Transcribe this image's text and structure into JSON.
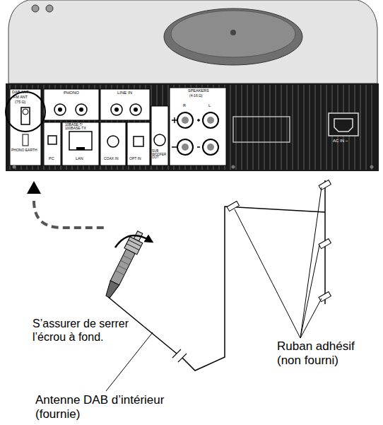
{
  "diagram": {
    "labels": [
      "DAB ANT",
      "FM ANT",
      "(75 Ω)",
      "PHONO EARTH",
      "PHONO",
      "LINE IN",
      "10BASE-T/ 100BASE-TX",
      "PC",
      "LAN",
      "COAX IN",
      "OPT IN",
      "SUB WOOFER OUT",
      "SPEAKERS",
      "(4-16 Ω)",
      "R",
      "L",
      "AC IN ~",
      "S’assurer de serrer l’écrou à fond.",
      "Ruban adhésif (non fourni)",
      "Antenne DAB d’intérieur (fournie)"
    ]
  }
}
